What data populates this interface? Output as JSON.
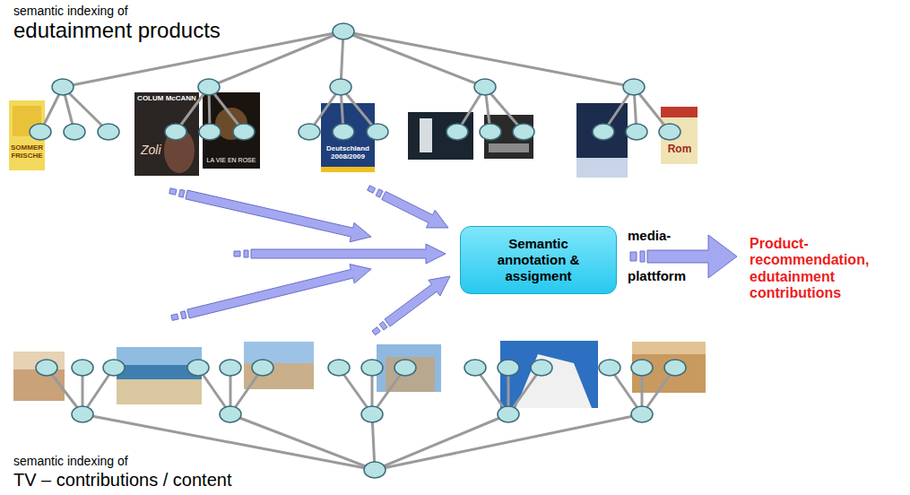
{
  "diagram": {
    "nodes": [
      {
        "text": [
          "Semantic annotation & assigment"
        ]
      }
    ],
    "labels": [
      "semantic indexing of",
      "edutainment products",
      "SOMMER FRISCHE",
      "COLUM McCANN",
      "Zoli",
      "LA VIE EN ROSE",
      "Deutschland 2008/2009",
      "Rom",
      "media-",
      "plattform",
      "Product- recommendation, edutainment contributions",
      "semantic indexing of",
      "TV – contributions / content"
    ]
  }
}
